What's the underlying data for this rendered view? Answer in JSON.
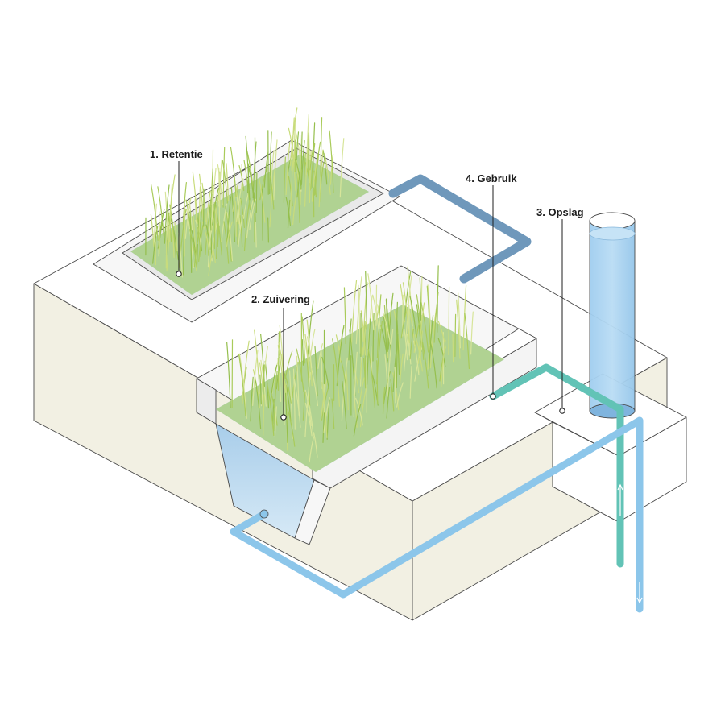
{
  "callouts": [
    {
      "id": "retentie",
      "label": "1. Retentie"
    },
    {
      "id": "zuivering",
      "label": "2. Zuivering"
    },
    {
      "id": "opslag",
      "label": "3. Opslag"
    },
    {
      "id": "gebruik",
      "label": "4. Gebruik"
    }
  ],
  "colors": {
    "soil": "#f2f0e3",
    "top_surface": "#ffffff",
    "outline": "#4a4a4a",
    "grass_light": "#c9dc7c",
    "grass_mid": "#a9cb5a",
    "water_bed": "#9ec7e8",
    "pipe_dark_blue": "#6f98bb",
    "pipe_teal": "#62c3b6",
    "pipe_light_blue": "#8cc6ea",
    "storage_water": "#a9d3f0"
  }
}
